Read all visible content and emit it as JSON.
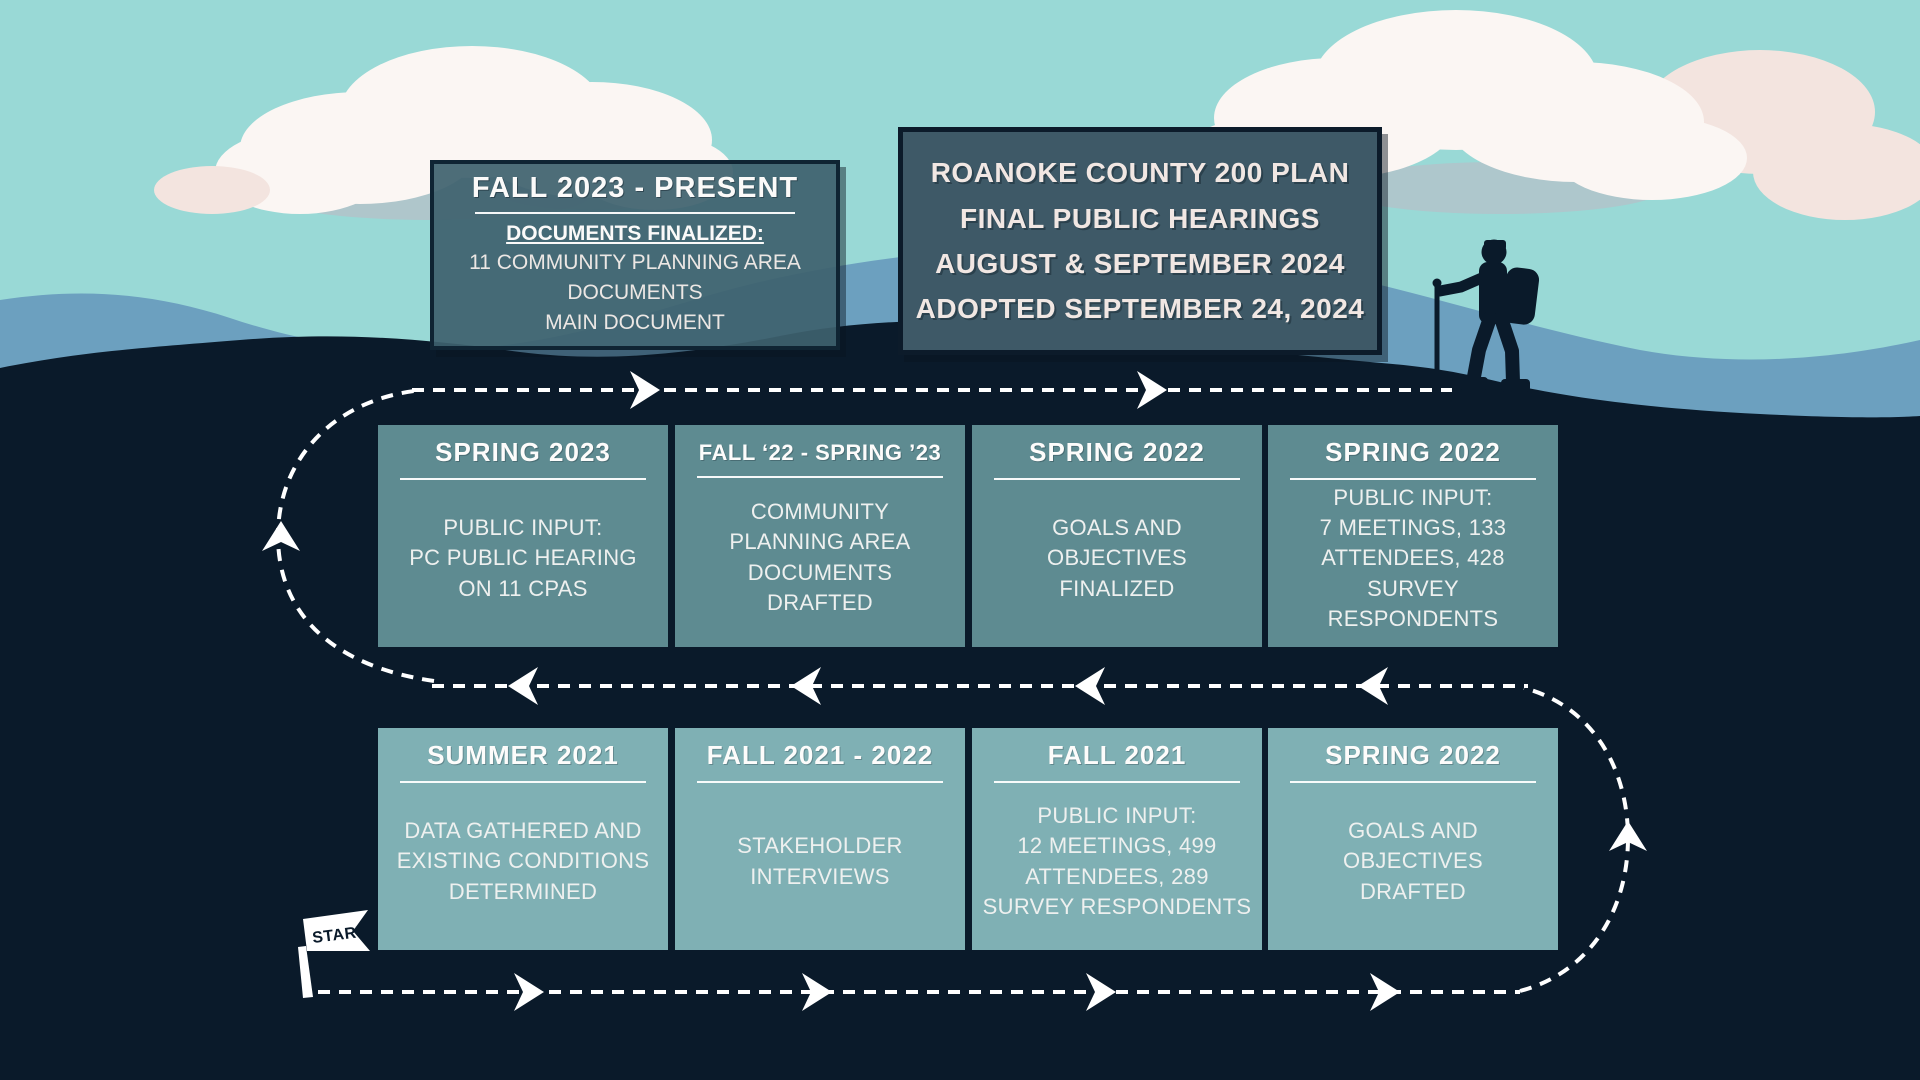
{
  "palette": {
    "sky": "#99d9d6",
    "cloud_white": "#fbf6f3",
    "cloud_pink": "#f3e4df",
    "cloud_shadow": "#b3c2c9",
    "mid_mountain": "#6ca0bf",
    "foreground_dark": "#0a1a2a",
    "banner_progress_bg": "#3e616e",
    "banner_announce_bg": "#3e5967",
    "box_border": "#0f2433",
    "upper_row_bg": "#5e8b91",
    "lower_row_bg": "#7fb0b4",
    "path_white": "#ffffff"
  },
  "start_flag": {
    "label": "START"
  },
  "banners": {
    "progress": {
      "title": "FALL 2023 - PRESENT",
      "subtitle": "DOCUMENTS FINALIZED:",
      "body": "11 COMMUNITY PLANNING AREA\nDOCUMENTS\nMAIN DOCUMENT"
    },
    "announcement": {
      "body": "ROANOKE COUNTY 200 PLAN\nFINAL PUBLIC HEARINGS\nAUGUST & SEPTEMBER 2024\nADOPTED SEPTEMBER 24, 2024"
    }
  },
  "timeline": {
    "upper_row": [
      {
        "title": "SPRING 2023",
        "body": "PUBLIC INPUT:\nPC PUBLIC HEARING\nON 11 CPAS"
      },
      {
        "title": "FALL ‘22 - SPRING ’23",
        "body": "COMMUNITY\nPLANNING AREA\nDOCUMENTS\nDRAFTED"
      },
      {
        "title": "SPRING 2022",
        "body": "GOALS AND\nOBJECTIVES\nFINALIZED"
      },
      {
        "title": "SPRING 2022",
        "body": "PUBLIC INPUT:\n7 MEETINGS, 133\nATTENDEES, 428 SURVEY\nRESPONDENTS"
      }
    ],
    "lower_row": [
      {
        "title": "SUMMER 2021",
        "body": "DATA GATHERED AND\nEXISTING CONDITIONS\nDETERMINED"
      },
      {
        "title": "FALL 2021 - 2022",
        "body": "STAKEHOLDER\nINTERVIEWS"
      },
      {
        "title": "FALL 2021",
        "body": "PUBLIC INPUT:\n12 MEETINGS, 499\nATTENDEES, 289\nSURVEY RESPONDENTS"
      },
      {
        "title": "SPRING 2022",
        "body": "GOALS AND\nOBJECTIVES\nDRAFTED"
      }
    ]
  }
}
